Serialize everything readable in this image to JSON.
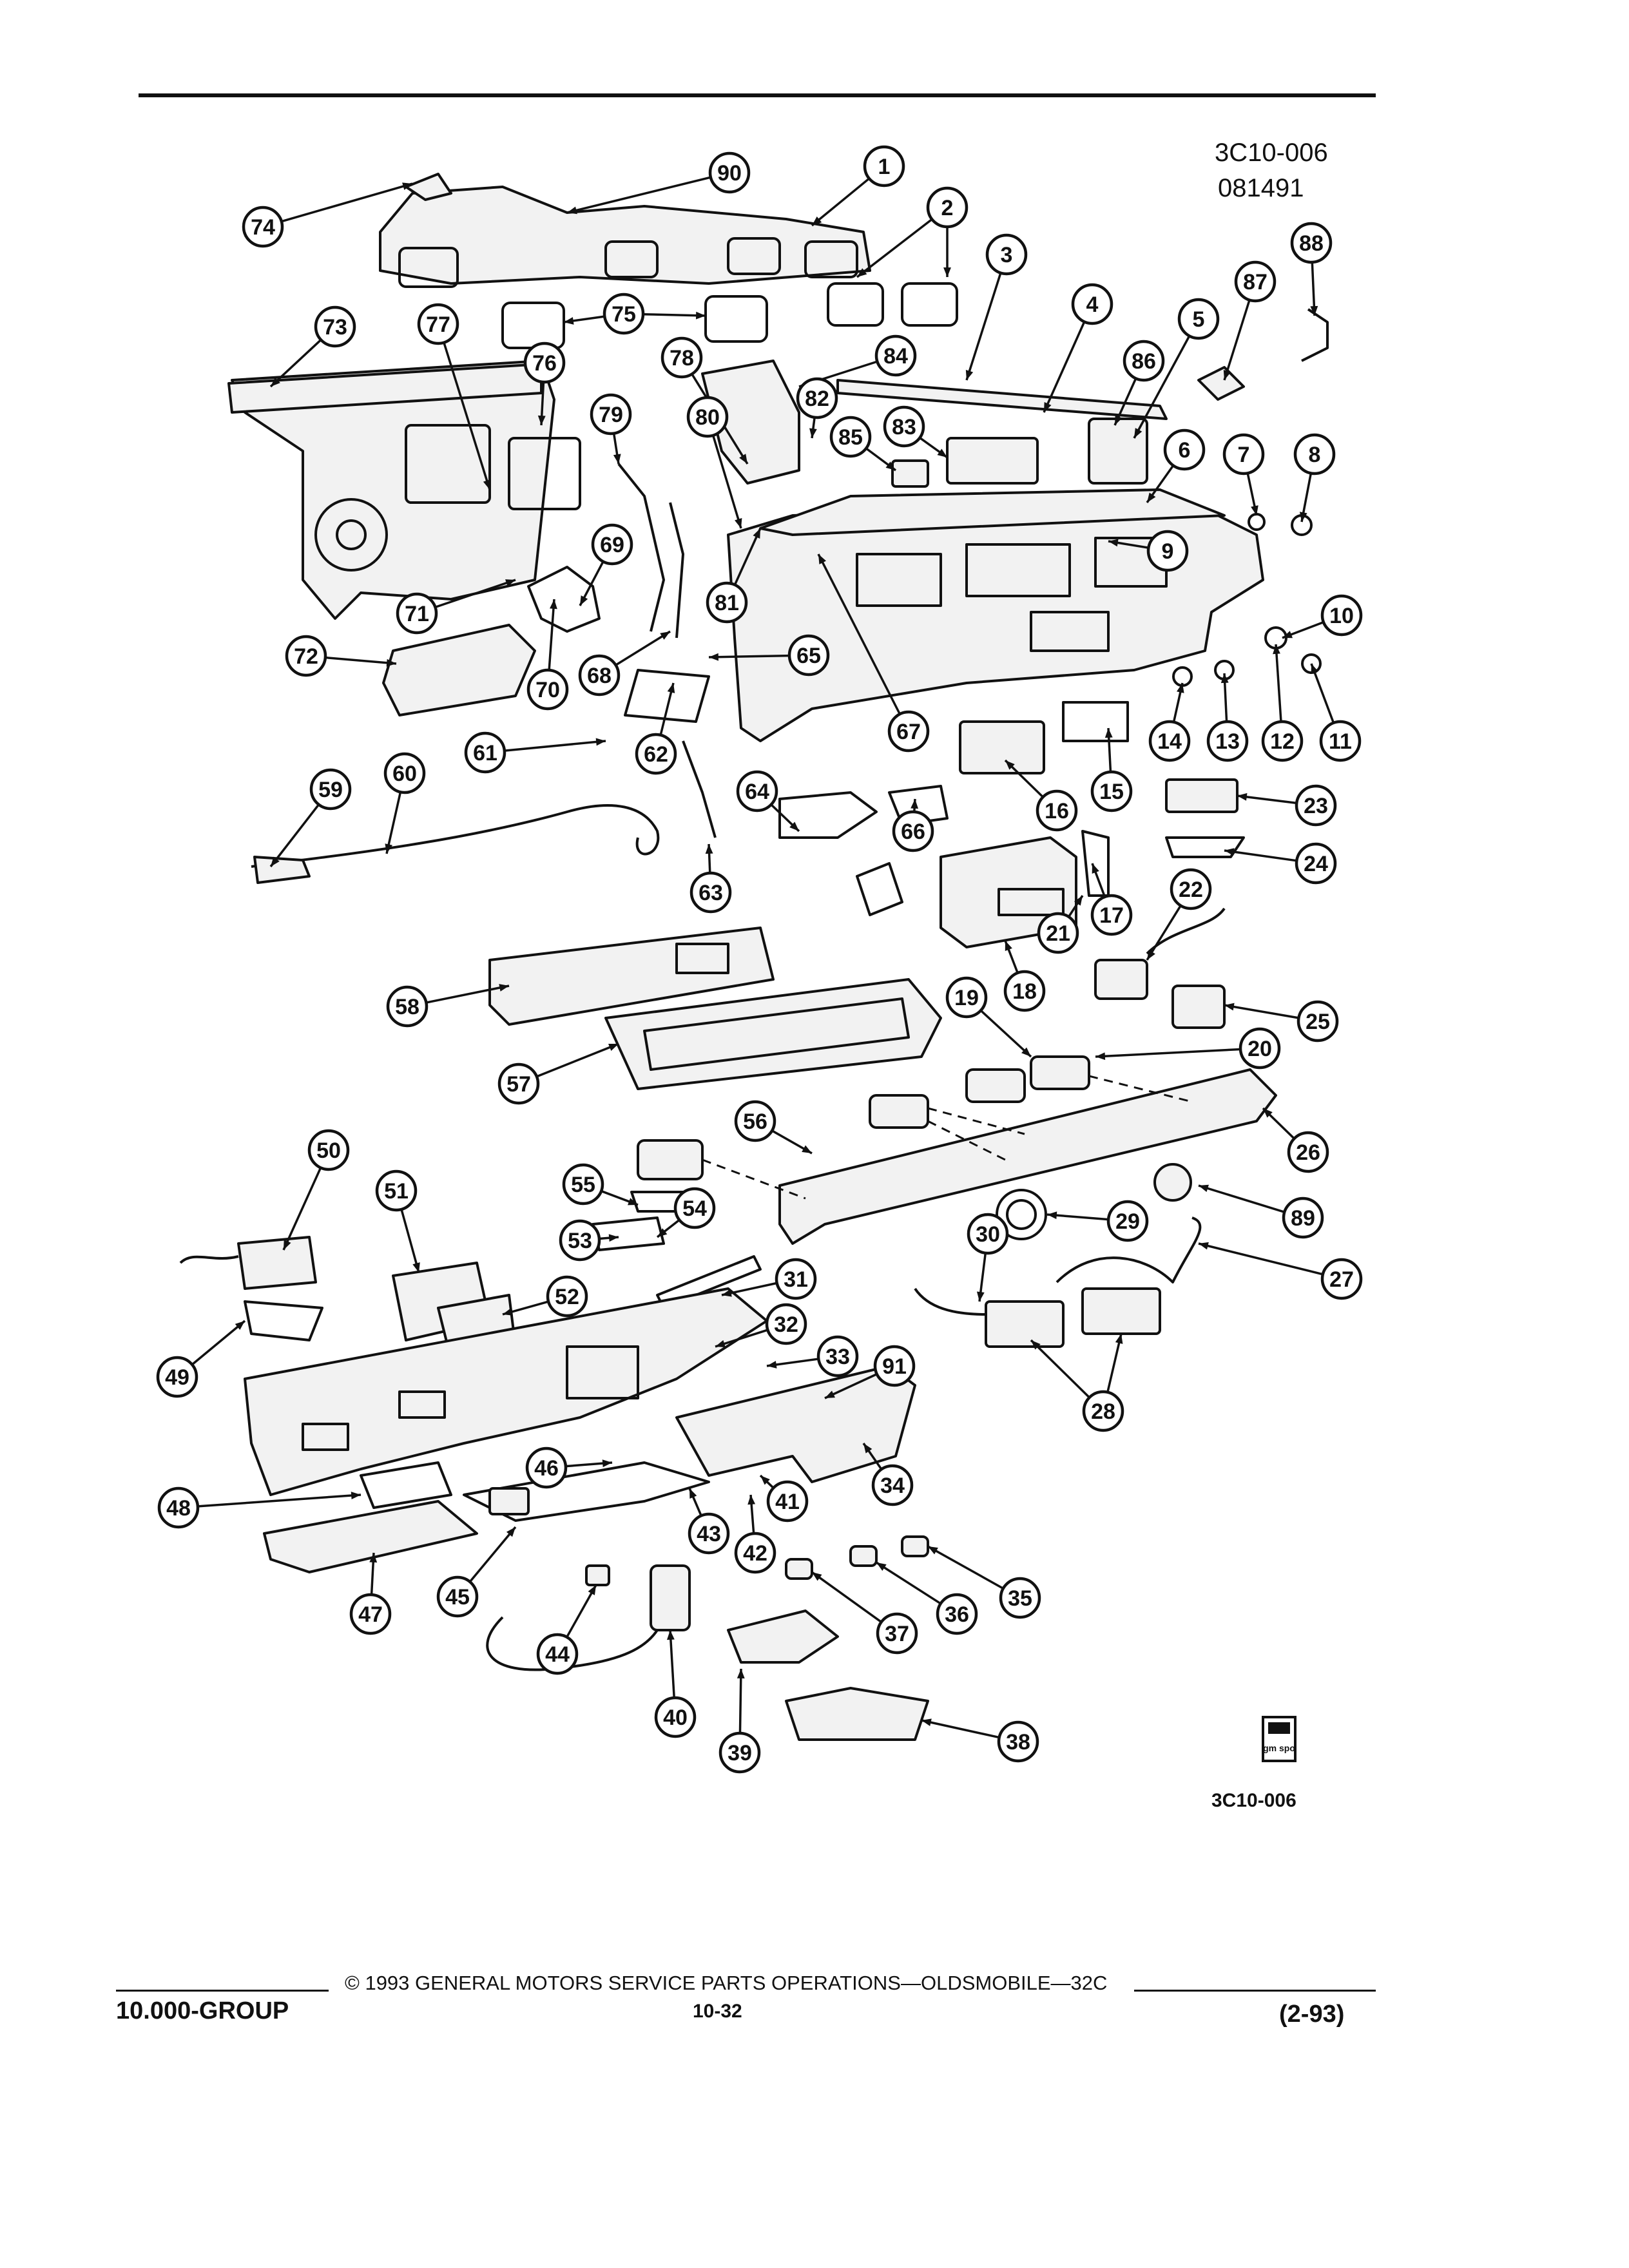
{
  "header": {
    "code_top": "3C10-006",
    "code_date": "081491"
  },
  "figure_code_bottom": "3C10-006",
  "logo": {
    "text": "gm spo",
    "icon": "gm-spo-logo-icon"
  },
  "footer": {
    "group": "10.000-GROUP",
    "copyright": "© 1993 GENERAL MOTORS SERVICE PARTS OPERATIONS—OLDSMOBILE—32C",
    "page": "10-32",
    "date": "(2-93)"
  },
  "callouts": [
    "1",
    "2",
    "3",
    "4",
    "5",
    "6",
    "7",
    "8",
    "9",
    "10",
    "11",
    "12",
    "13",
    "14",
    "15",
    "16",
    "17",
    "18",
    "19",
    "20",
    "21",
    "22",
    "23",
    "24",
    "25",
    "26",
    "27",
    "28",
    "29",
    "30",
    "31",
    "32",
    "33",
    "34",
    "35",
    "36",
    "37",
    "38",
    "39",
    "40",
    "41",
    "42",
    "43",
    "44",
    "45",
    "46",
    "47",
    "48",
    "49",
    "50",
    "51",
    "52",
    "53",
    "54",
    "55",
    "56",
    "57",
    "58",
    "59",
    "60",
    "61",
    "62",
    "63",
    "64",
    "65",
    "66",
    "67",
    "68",
    "69",
    "70",
    "71",
    "72",
    "73",
    "74",
    "75",
    "76",
    "77",
    "78",
    "79",
    "80",
    "81",
    "82",
    "83",
    "84",
    "85",
    "86",
    "87",
    "88",
    "89",
    "90",
    "91"
  ]
}
